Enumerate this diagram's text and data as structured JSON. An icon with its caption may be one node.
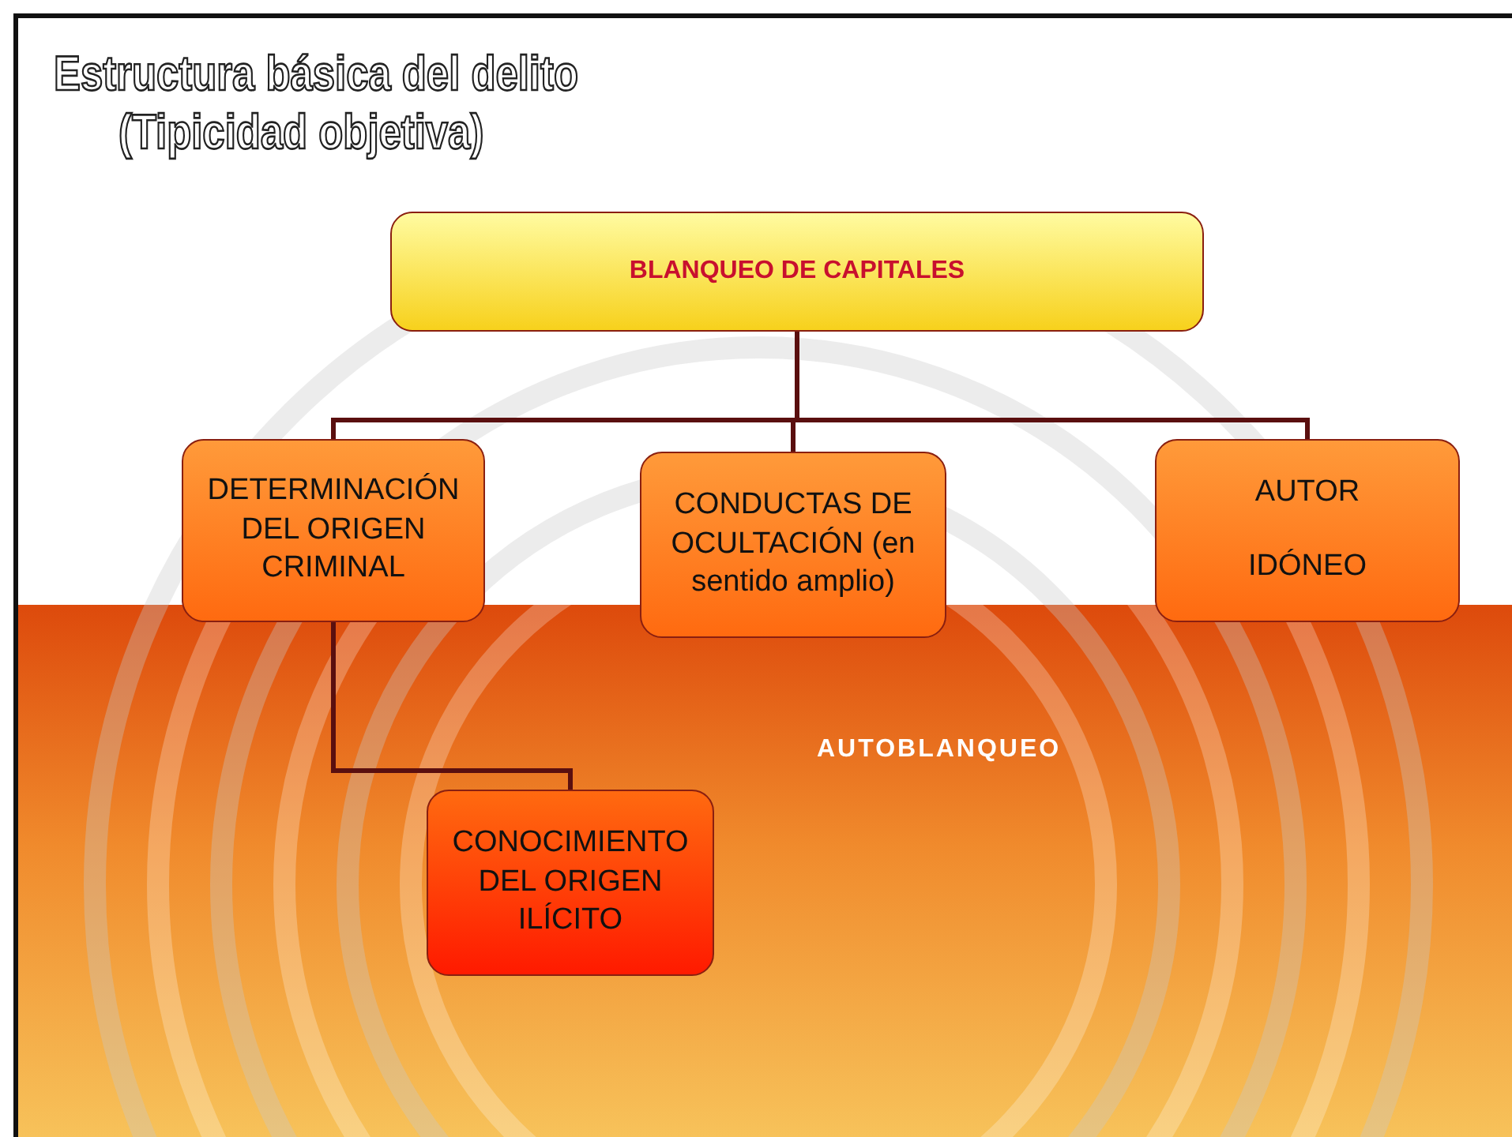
{
  "diagram": {
    "title": "Estructura básica del delito (Tipicidad objetiva)",
    "nodes": [
      {
        "text": [
          "BLANQUEO DE CAPITALES"
        ]
      },
      {
        "text": [
          "DETERMINACIÓN DEL ORIGEN CRIMINAL"
        ]
      },
      {
        "text": [
          "CONDUCTAS DE OCULTACIÓN (en sentido amplio)"
        ]
      },
      {
        "text": [
          "AUTOR",
          "IDÓNEO"
        ]
      },
      {
        "text": [
          "CONOCIMIENTO DEL ORIGEN ILÍCITO"
        ]
      }
    ],
    "edges": [
      {
        "from": 0,
        "to": 1,
        "arrow": "none"
      },
      {
        "from": 0,
        "to": 2,
        "arrow": "none"
      },
      {
        "from": 0,
        "to": 3,
        "arrow": "none"
      },
      {
        "from": 1,
        "to": 4,
        "arrow": "none"
      }
    ],
    "labels": [
      "AUTOBLANQUEO"
    ]
  }
}
